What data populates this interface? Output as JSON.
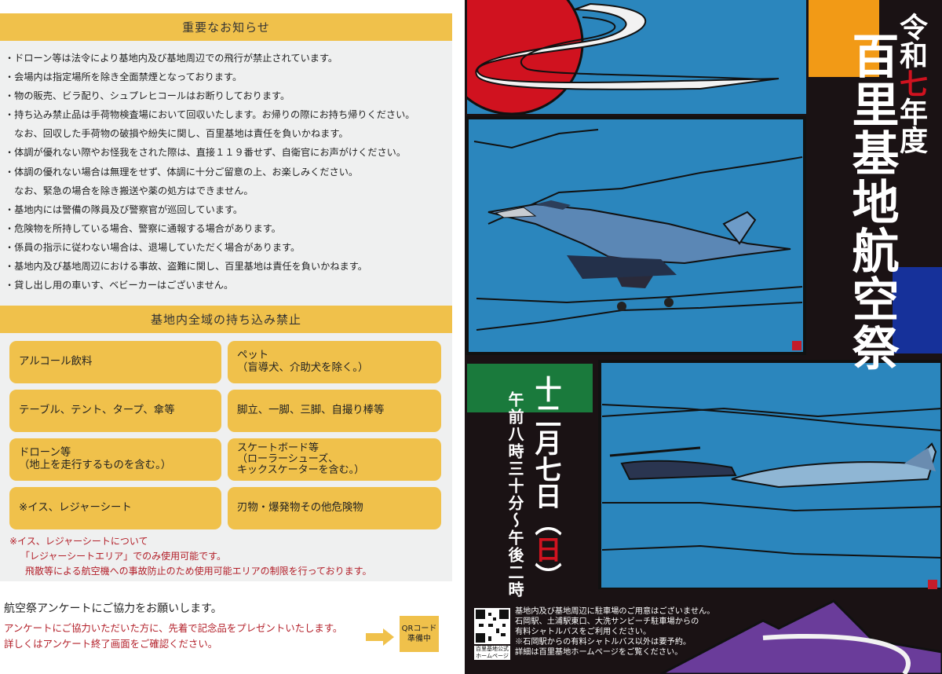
{
  "notices": {
    "title": "重要なお知らせ",
    "items": [
      "・ドローン等は法令により基地内及び基地周辺での飛行が禁止されています。",
      "・会場内は指定場所を除き全面禁煙となっております。",
      "・物の販売、ビラ配り、シュプレヒコールはお断りしております。",
      "・持ち込み禁止品は手荷物検査場において回収いたします。お帰りの際にお持ち帰りください。",
      "　なお、回収した手荷物の破損や紛失に関し、百里基地は責任を負いかねます。",
      "・体調が優れない際やお怪我をされた際は、直接１１９番せず、自衛官にお声がけください。",
      "・体調の優れない場合は無理をせず、体調に十分ご留意の上、お楽しみください。",
      "　なお、緊急の場合を除き搬送や薬の処方はできません。",
      "・基地内には警備の隊員及び警察官が巡回しています。",
      "・危険物を所持している場合、警察に通報する場合があります。",
      "・係員の指示に従わない場合は、退場していただく場合があります。",
      "・基地内及び基地周辺における事故、盗難に関し、百里基地は責任を負いかねます。",
      "・貸し出し用の車いす、ベビーカーはございません。"
    ]
  },
  "prohibited": {
    "title": "基地内全域の持ち込み禁止",
    "items": [
      "アルコール飲料",
      "ペット\n（盲導犬、介助犬を除く。）",
      "テーブル、テント、タープ、傘等",
      "脚立、一脚、三脚、自撮り棒等",
      "ドローン等\n（地上を走行するものを含む。）",
      "スケートボード等\n（ローラーシューズ、\nキックスケーターを含む。）",
      "※イス、レジャーシート",
      "刃物・爆発物その他危険物"
    ],
    "note": [
      "※イス、レジャーシートについて",
      "「レジャーシートエリア」でのみ使用可能です。",
      "飛散等による航空機への事故防止のため使用可能エリアの制限を行っております。"
    ]
  },
  "survey": {
    "title": "航空祭アンケートにご協力をお願いします。",
    "lines": [
      "アンケートにご協力いただいた方に、先着で記念品をプレゼントいたします。",
      "詳しくはアンケート終了画面をご確認ください。"
    ],
    "qr_label_1": "QRコード",
    "qr_label_2": "準備中"
  },
  "poster": {
    "era": "令和",
    "era_year": "七",
    "era_suffix": "年度",
    "title": "百里基地航空祭",
    "date_month": "十二月七日",
    "date_open": "（",
    "date_weekday": "日",
    "date_close": "）",
    "time": "午前八時三十分～午後二時",
    "qr_caption_1": "百里基地公式",
    "qr_caption_2": "ホームページ",
    "access": [
      "基地内及び基地周辺に駐車場のご用意はございません。",
      "石岡駅、土浦駅東口、大洗サンビーチ駐車場からの",
      "有料シャトルバスをご利用ください。",
      "※石岡駅からの有料シャトルバス以外は要予約。",
      "詳細は百里基地ホームページをご覧ください。"
    ]
  },
  "colors": {
    "accent_yellow": "#f0c14b",
    "panel_gray": "#eff0f0",
    "note_red": "#b3202a",
    "sky_blue": "#2b86bd",
    "poster_black": "#1a1214",
    "sun_red": "#d0121f",
    "orange": "#f29a16",
    "green": "#1a7a3c",
    "deep_blue": "#16319a",
    "purple": "#6a3c9a"
  }
}
